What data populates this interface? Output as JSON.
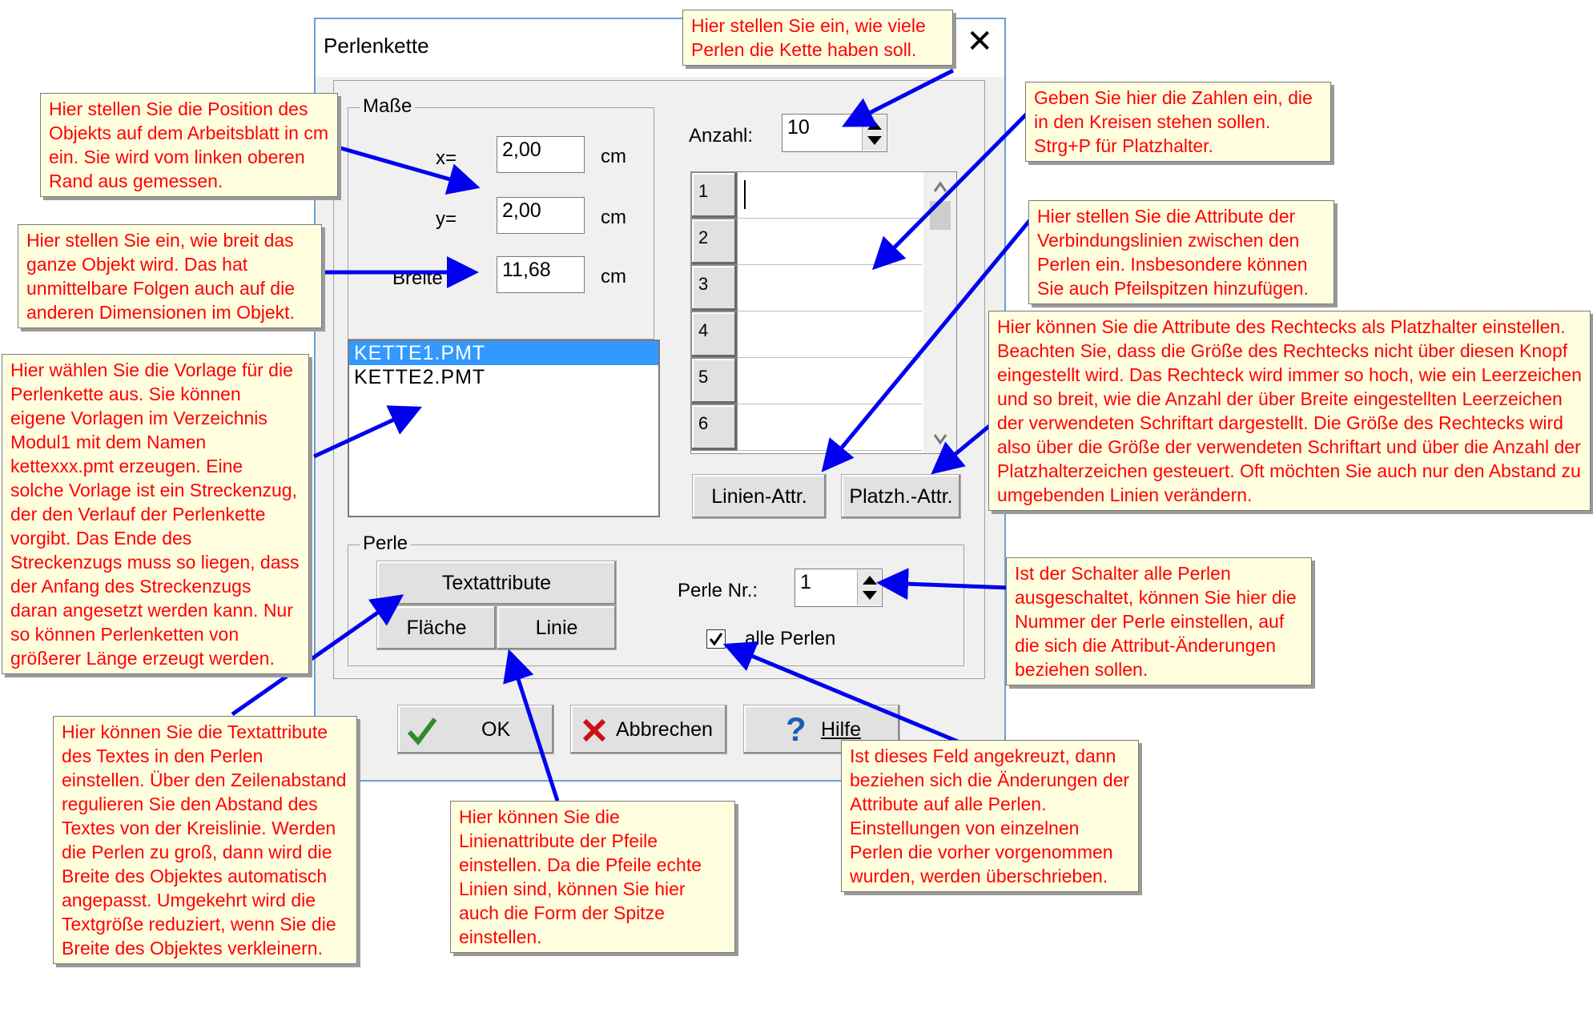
{
  "dialog": {
    "title": "Perlenkette",
    "close": "✕",
    "masse": {
      "label": "Maße",
      "x_label": "x=",
      "x_value": "2,00",
      "x_unit": "cm",
      "y_label": "y=",
      "y_value": "2,00",
      "y_unit": "cm",
      "breite_label": "Breite",
      "breite_value": "11,68",
      "breite_unit": "cm"
    },
    "templates": [
      "KETTE1.PMT",
      "KETTE2.PMT"
    ],
    "anzahl": {
      "label": "Anzahl:",
      "value": "10"
    },
    "grid_rows": [
      "1",
      "2",
      "3",
      "4",
      "5",
      "6"
    ],
    "linien_button": "Linien-Attr.",
    "platzh_button": "Platzh.-Attr.",
    "perle": {
      "label": "Perle",
      "textattribute": "Textattribute",
      "flaeche": "Fläche",
      "linie": "Linie",
      "perle_nr_label": "Perle Nr.:",
      "perle_nr_value": "1",
      "alle_perlen": "alle Perlen",
      "alle_checked": true
    },
    "ok": "OK",
    "abbrechen": "Abbrechen",
    "hilfe": "Hilfe"
  },
  "notes": {
    "anzahl": "Hier stellen Sie ein, wie viele Perlen die Kette haben soll.",
    "position": "Hier stellen Sie die Position des Objekts auf dem Arbeitsblatt in cm ein. Sie wird vom linken oberen Rand aus gemessen.",
    "breite": "Hier stellen Sie ein, wie breit das ganze Objekt wird. Das hat unmittelbare Folgen auch auf die anderen Dimensionen im Objekt.",
    "vorlage": "Hier wählen Sie die Vorlage für die Perlenkette aus. Sie können eigene Vorlagen im Verzeichnis Modul1 mit dem Namen kettexxx.pmt erzeugen. Eine solche Vorlage ist ein Streckenzug, der den Verlauf der Perlenkette vorgibt. Das Ende des Streckenzugs muss so liegen, dass der Anfang des Streckenzugs daran angesetzt werden kann. Nur so können Perlenketten von größerer Länge erzeugt werden.",
    "zahlen": "Geben Sie hier die Zahlen ein, die in den Kreisen stehen sollen. Strg+P für Platzhalter.",
    "linien": "Hier stellen Sie die Attribute der Verbindungslinien zwischen den Perlen ein. Insbesondere können Sie auch Pfeilspitzen hinzufügen.",
    "platzh": "Hier können Sie die Attribute des Rechtecks als Platzhalter einstellen. Beachten Sie, dass die Größe des Rechtecks nicht über diesen Knopf eingestellt wird. Das Rechteck wird immer so hoch, wie ein Leerzeichen und so breit, wie die Anzahl der über Breite eingestellten Leerzeichen der verwendeten Schriftart dargestellt. Die Größe des Rechtecks wird also über die Größe der verwendeten Schriftart und über die Anzahl der Platzhalterzeichen gesteuert. Oft möchten Sie auch nur den Abstand zu umgebenden Linien verändern.",
    "perle_nr": "Ist der Schalter alle Perlen ausgeschaltet, können Sie hier die Nummer der Perle einstellen, auf die sich die Attribut-Änderungen beziehen sollen.",
    "textattr": "Hier können Sie die Textattribute des Textes in den Perlen einstellen. Über den Zeilenabstand regulieren Sie den Abstand des Textes von der Kreislinie. Werden die Perlen zu groß, dann wird die Breite des Objektes automatisch angepasst. Umgekehrt wird die Textgröße reduziert, wenn Sie die Breite des Objektes verkleinern.",
    "linie": "Hier können Sie die Linienattribute der Pfeile einstellen. Da die Pfeile echte Linien sind, können Sie hier auch die Form der Spitze einstellen.",
    "alle": "Ist dieses Feld angekreuzt, dann beziehen sich die Änderungen der Attribute auf alle Perlen. Einstellungen von einzelnen Perlen die vorher vorgenommen wurden, werden überschrieben."
  },
  "colors": {
    "note_text": "#ff0000",
    "note_bg": "#ffffe0",
    "arrow": "#0000ee",
    "selection": "#3399ff",
    "ok_check": "#2e8b2e",
    "cancel_x": "#cc1111",
    "help_q": "#1a5fb4"
  }
}
